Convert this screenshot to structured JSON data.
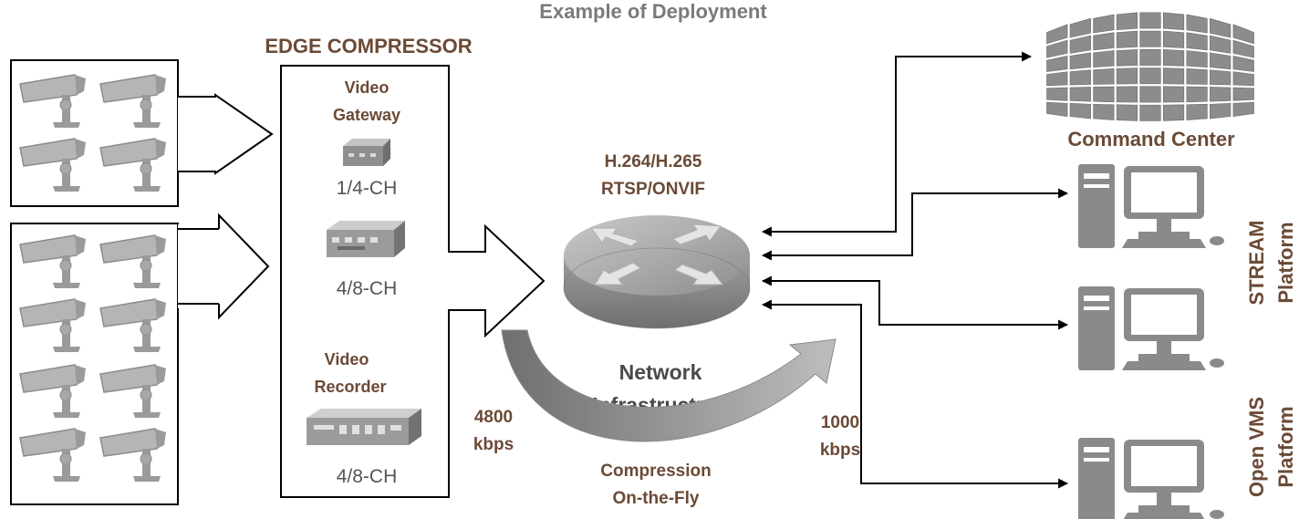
{
  "title": "Example of Deployment",
  "edge_compressor": {
    "title": "EDGE COMPRESSOR",
    "gateway_label_1": "Video",
    "gateway_label_2": "Gateway",
    "gateway_ch_small": "1/4-CH",
    "gateway_ch_large": "4/8-CH",
    "recorder_label_1": "Video",
    "recorder_label_2": "Recorder",
    "recorder_ch": "4/8-CH"
  },
  "network": {
    "protocol_1": "H.264/H.265",
    "protocol_2": "RTSP/ONVIF",
    "label_1": "Network",
    "label_2": "Infrastructure"
  },
  "compression": {
    "input_rate_value": "4800",
    "input_rate_unit": "kbps",
    "output_rate_value": "1000",
    "output_rate_unit": "kbps",
    "label_1": "Compression",
    "label_2": "On-the-Fly"
  },
  "destinations": {
    "command_center": "Command Center",
    "stream_1": "STREAM",
    "stream_2": "Platform",
    "vms_1": "Open VMS",
    "vms_2": "Platform"
  },
  "camera_groups": [
    {
      "cameras": 4
    },
    {
      "cameras": 8
    }
  ],
  "colors": {
    "label_brown": "#6b4a36",
    "title_gray": "#7a7a7a",
    "device_gray": "#8a8a8a",
    "line_black": "#000000"
  },
  "icons": [
    "cctv-camera-icon",
    "video-gateway-device-icon",
    "video-recorder-device-icon",
    "network-router-icon",
    "video-wall-icon",
    "workstation-icon"
  ]
}
